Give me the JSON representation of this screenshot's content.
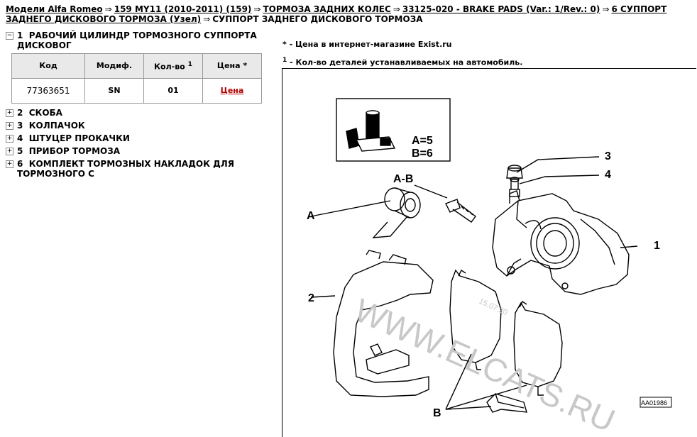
{
  "breadcrumb": {
    "models_link": "Модели Alfa Romeo",
    "model_link": "159 MY11 (2010-2011) (159)",
    "group_link": "ТОРМОЗА ЗАДНИХ КОЛЕС",
    "subgroup_link": "33125-020 - BRAKE PADS (Var.: 1/Rev.: 0)",
    "item_link": "6  СУППОРТ ЗАДНЕГО ДИСКОВОГО ТОРМОЗА (Узел)",
    "current": "СУППОРТ ЗАДНЕГО ДИСКОВОГО ТОРМОЗА",
    "separator": "⇒"
  },
  "tree": {
    "expanded_item": {
      "toggle": "−",
      "number": "1",
      "label": "РАБОЧИЙ ЦИЛИНДР ТОРМОЗНОГО СУППОРТА ДИСКОВОГ"
    },
    "table": {
      "headers": [
        "Код",
        "Модиф.",
        "Кол-во",
        "Цена *"
      ],
      "qty_sup": "1",
      "row": {
        "code": "77363651",
        "modif": "SN",
        "qty": "01",
        "price_link": "Цена"
      }
    },
    "items": [
      {
        "toggle": "+",
        "number": "2",
        "label": "СКОБА"
      },
      {
        "toggle": "+",
        "number": "3",
        "label": "КОЛПАЧОК"
      },
      {
        "toggle": "+",
        "number": "4",
        "label": "ШТУЦЕР ПРОКАЧКИ"
      },
      {
        "toggle": "+",
        "number": "5",
        "label": "ПРИБОР ТОРМОЗА"
      },
      {
        "toggle": "+",
        "number": "6",
        "label": "КОМПЛЕКТ ТОРМОЗНЫХ НАКЛАДОК ДЛЯ ТОРМОЗНОГО С"
      }
    ]
  },
  "notes": {
    "price_note": "* - Цена в интернет-магазине Exist.ru",
    "qty_sup": "1",
    "qty_note": " - Кол-во деталей устанавливаемых на автомобиль."
  },
  "diagram": {
    "legend_a": "A=5",
    "legend_b": "B=6",
    "callouts": {
      "c1": "1",
      "c2": "2",
      "c3": "3",
      "c4": "4",
      "cA": "A",
      "cAB": "A-B",
      "cB": "B"
    },
    "watermark": "WWW.ELCATS.RU",
    "watermark_date": "15.07.20",
    "drawing_code": "AA01986",
    "colors": {
      "line": "#000000",
      "watermark": "#c8c8c8"
    }
  }
}
